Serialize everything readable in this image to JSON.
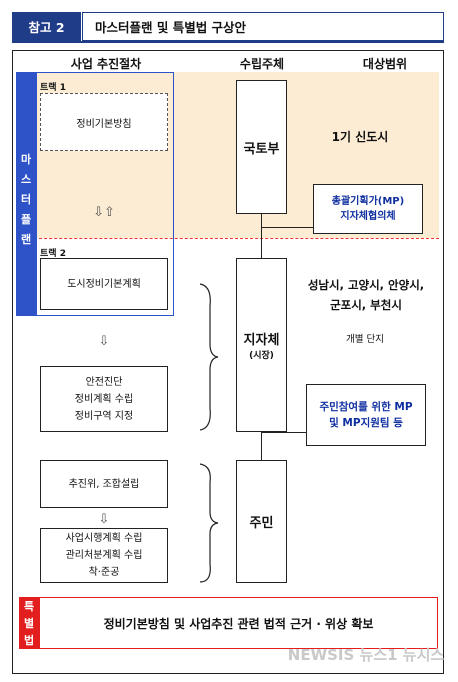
{
  "header": {
    "tag": "참고 2",
    "title": "마스터플랜 및 특별법 구상안"
  },
  "columns": {
    "process": "사업 추진절차",
    "subject": "수립주체",
    "scope": "대상범위"
  },
  "side_label": "마스터플랜",
  "track1": {
    "label": "트랙 1",
    "box": "정비기본방침",
    "arrows": "⇩⇧"
  },
  "track2": {
    "label": "트랙 2",
    "box": "도시정비기본계획"
  },
  "flow": {
    "arrow": "⇩",
    "safety": [
      "안전진단",
      "정비계획 수립",
      "정비구역 지정"
    ],
    "committee": "추진위, 조합설립",
    "approval": [
      "사업시행계획 수립",
      "관리처분계획 수립",
      "착·준공"
    ]
  },
  "subjects": {
    "ministry": "국토부",
    "local_gov": "지자체",
    "local_gov_sub": "(시장)",
    "residents": "주민"
  },
  "scope": {
    "new_town": "1기 신도시",
    "mp_box": [
      "총괄기획가(MP)",
      "지자체협의체"
    ],
    "cities": [
      "성남시, 고양시, 안양시,",
      "군포시, 부천시"
    ],
    "individual": "개별 단지",
    "resident_box": [
      "주민참여를 위한 MP",
      "및 MP지원팀 등"
    ]
  },
  "special_law": {
    "tag": "특별법",
    "text": "정비기본방침 및 사업추진 관련 법적 근거 · 위상 확보"
  },
  "watermark": "NEWSIS 뉴스1 뉴시스"
}
